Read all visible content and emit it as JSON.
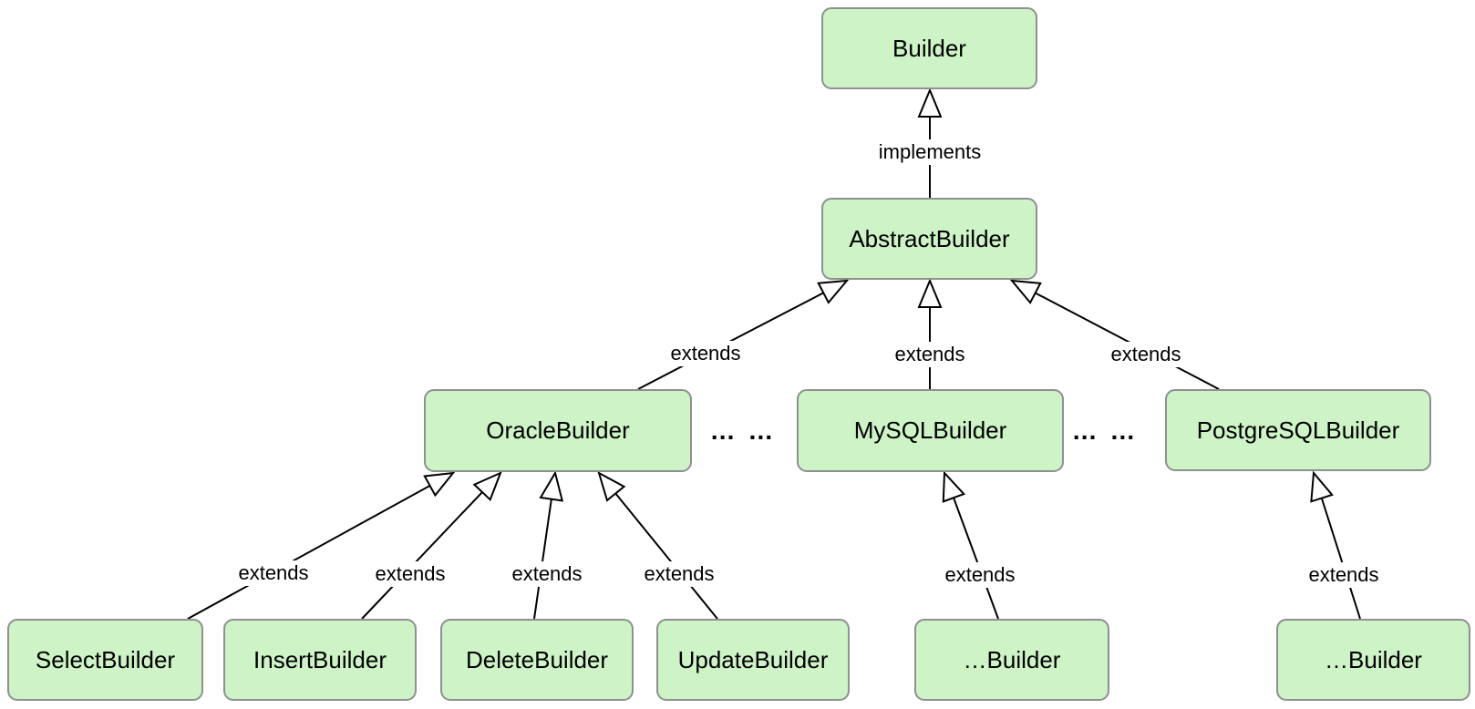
{
  "diagram": {
    "type": "uml-class-inheritance",
    "colors": {
      "node_fill": "#cdf3c6",
      "node_border": "#8e9190",
      "line": "#000000",
      "text": "#000000",
      "background": "#ffffff"
    },
    "nodes": {
      "builder": {
        "label": "Builder"
      },
      "abstract_builder": {
        "label": "AbstractBuilder"
      },
      "oracle_builder": {
        "label": "OracleBuilder"
      },
      "mysql_builder": {
        "label": "MySQLBuilder"
      },
      "postgresql_builder": {
        "label": "PostgreSQLBuilder"
      },
      "select_builder": {
        "label": "SelectBuilder"
      },
      "insert_builder": {
        "label": "InsertBuilder"
      },
      "delete_builder": {
        "label": "DeleteBuilder"
      },
      "update_builder": {
        "label": "UpdateBuilder"
      },
      "mysql_etc_builder": {
        "label": "…Builder"
      },
      "postgresql_etc_builder": {
        "label": "…Builder"
      }
    },
    "edges": [
      {
        "from": "abstract_builder",
        "to": "builder",
        "label": "implements"
      },
      {
        "from": "oracle_builder",
        "to": "abstract_builder",
        "label": "extends"
      },
      {
        "from": "mysql_builder",
        "to": "abstract_builder",
        "label": "extends"
      },
      {
        "from": "postgresql_builder",
        "to": "abstract_builder",
        "label": "extends"
      },
      {
        "from": "select_builder",
        "to": "oracle_builder",
        "label": "extends"
      },
      {
        "from": "insert_builder",
        "to": "oracle_builder",
        "label": "extends"
      },
      {
        "from": "delete_builder",
        "to": "oracle_builder",
        "label": "extends"
      },
      {
        "from": "update_builder",
        "to": "oracle_builder",
        "label": "extends"
      },
      {
        "from": "mysql_etc_builder",
        "to": "mysql_builder",
        "label": "extends"
      },
      {
        "from": "postgresql_etc_builder",
        "to": "postgresql_builder",
        "label": "extends"
      }
    ],
    "separators": [
      {
        "text": "… …"
      },
      {
        "text": "… …"
      }
    ]
  }
}
